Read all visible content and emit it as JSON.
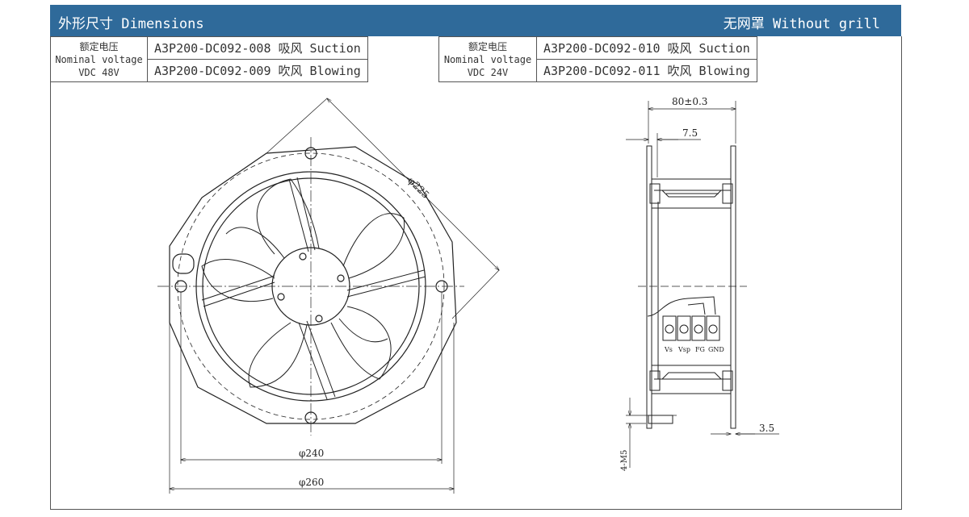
{
  "header": {
    "title": "外形尺寸 Dimensions",
    "subtitle": "无网罩 Without grill"
  },
  "tables": [
    {
      "label_cn": "额定电压",
      "label_en": "Nominal voltage",
      "voltage": "VDC 48V",
      "rows": [
        "A3P200-DC092-008 吸风 Suction",
        "A3P200-DC092-009 吹风 Blowing"
      ]
    },
    {
      "label_cn": "额定电压",
      "label_en": "Nominal voltage",
      "voltage": "VDC 24V",
      "rows": [
        "A3P200-DC092-010 吸风 Suction",
        "A3P200-DC092-011 吹风 Blowing"
      ]
    }
  ],
  "dimensions": {
    "diagonal": "φ225",
    "hole_circle": "φ240",
    "outer": "φ260",
    "depth": "80±0.3",
    "offset": "7.5",
    "flange": "3.5",
    "thread": "4-M5"
  },
  "terminals": [
    "Vs",
    "Vsp",
    "FG",
    "GND"
  ]
}
